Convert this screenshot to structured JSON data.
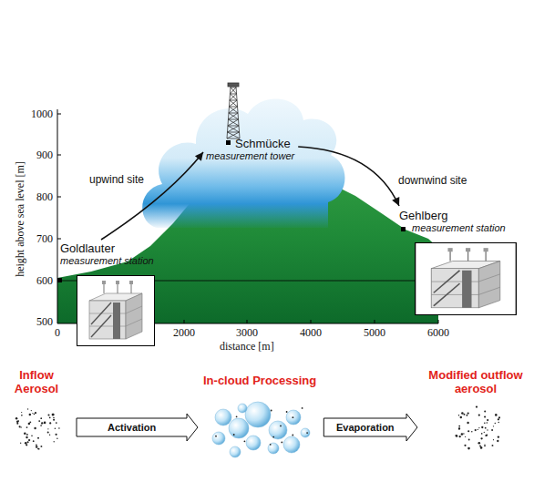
{
  "diagram": {
    "nodes": [
      {
        "text": [
          "Goldlauter",
          "measurement station"
        ]
      },
      {
        "text": [
          "Schmücke",
          "measurement tower"
        ]
      },
      {
        "text": [
          "Gehlberg",
          "measurement station"
        ]
      },
      {
        "text": [
          "Inflow Aerosol"
        ]
      },
      {
        "text": [
          "In-cloud Processing"
        ]
      },
      {
        "text": [
          "Modified outflow aerosol"
        ]
      }
    ],
    "edges": [
      {
        "from": 0,
        "to": 1,
        "arrow": "to"
      },
      {
        "from": 1,
        "to": 2,
        "arrow": "to"
      },
      {
        "from": 3,
        "to": 4,
        "label": "Activation",
        "arrow": "to"
      },
      {
        "from": 4,
        "to": 5,
        "label": "Evaporation",
        "arrow": "to"
      }
    ],
    "labels": [
      "1000",
      "900",
      "800",
      "700",
      "600",
      "500",
      "0",
      "2000",
      "3000",
      "4000",
      "5000",
      "6000",
      "height above sea level [m]",
      "distance [m]",
      "upwind site",
      "downwind site"
    ]
  }
}
